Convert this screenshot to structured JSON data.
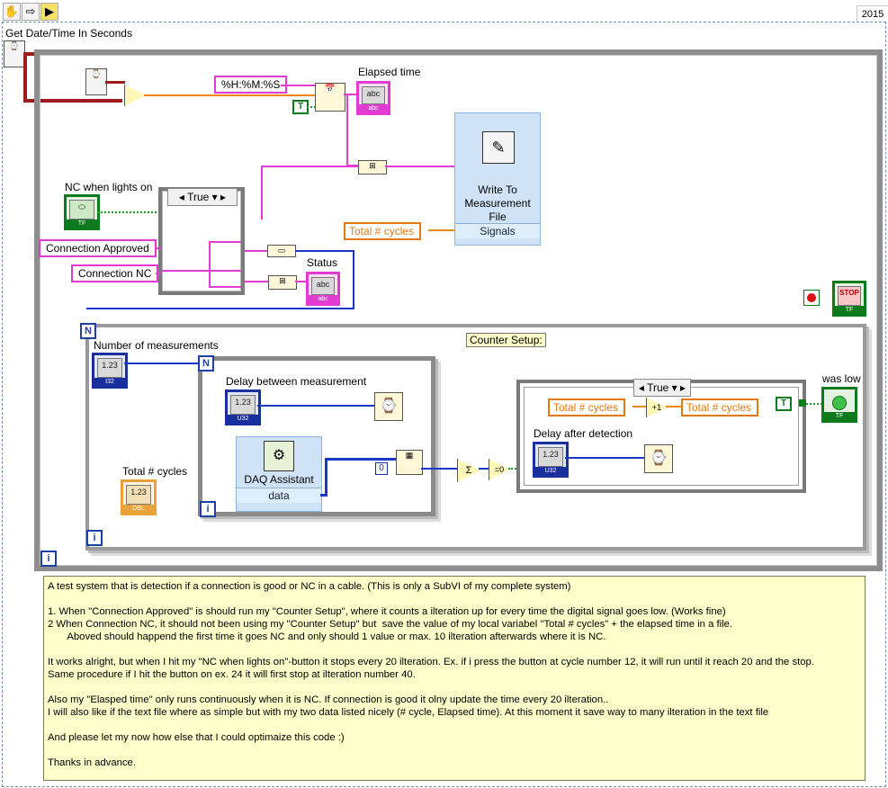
{
  "toolbar": {
    "year": "2015"
  },
  "labels": {
    "get_date_time": "Get Date/Time In Seconds",
    "elapsed_time": "Elapsed time",
    "nc_when_lights_on": "NC when lights on",
    "status": "Status",
    "number_of_measurements": "Number of measurements",
    "delay_between": "Delay between measurement",
    "total_cycles": "Total # cycles",
    "delay_after": "Delay after detection",
    "was_low": "was low",
    "counter_setup": "Counter Setup:"
  },
  "constants": {
    "format_string": "%H:%M:%S",
    "true_const": "T",
    "connection_approved": "Connection Approved",
    "connection_nc": "Connection NC",
    "zero_const": "0"
  },
  "express_vis": {
    "write_file_title": "Write To Measurement File",
    "write_file_input": "Signals",
    "daq_title": "DAQ Assistant",
    "daq_output": "data"
  },
  "local_vars": {
    "total_cycles_1": "Total # cycles",
    "total_cycles_2": "Total # cycles",
    "total_cycles_3": "Total # cycles"
  },
  "case_structures": {
    "outer_selector": "True",
    "inner_selector": "True"
  },
  "terminals": {
    "loop_i": "i",
    "for_n_outer": "N",
    "for_n_inner": "N",
    "for_i_outer": "i",
    "for_i_inner": "i",
    "stop_label": "STOP",
    "tf": "TF",
    "num_123": "1.23",
    "abc": "abc",
    "i32": "I32",
    "u32": "U32",
    "dbl": "DBL"
  },
  "comment": {
    "lines": [
      "A test system that is detection if a connection is good or NC in a cable. (This is only a SubVI of my complete system)",
      "",
      "1. When \"Connection Approved\" is should run my \"Counter Setup\", where it counts a ilteration up for every time the digital signal goes low. (Works fine)",
      "2 When Connection NC, it should not been using my \"Counter Setup\" but  save the value of my local variabel \"Total # cycles\" + the elapsed time in a file.",
      "       Aboved should happend the first time it goes NC and only should 1 value or max. 10 ilteration afterwards where it is NC.",
      "",
      "It works alright, but when I hit my \"NC when lights on\"-button it stops every 20 ilteration. Ex. if i press the button at cycle number 12, it will run until it reach 20 and the stop.",
      "Same procedure if I hit the button on ex. 24 it will first stop at ilteration number 40.",
      "",
      "Also my \"Elasped time\" only runs continuously when it is NC. If connection is good it olny update the time every 20 ilteration..",
      "I will also like if the text file where as simple but with my two data listed nicely (# cycle, Elapsed time). At this moment it save way to many ilteration in the text file",
      "",
      "And please let my now how else that I could optimaize this code :)",
      "",
      "Thanks in advance."
    ]
  }
}
